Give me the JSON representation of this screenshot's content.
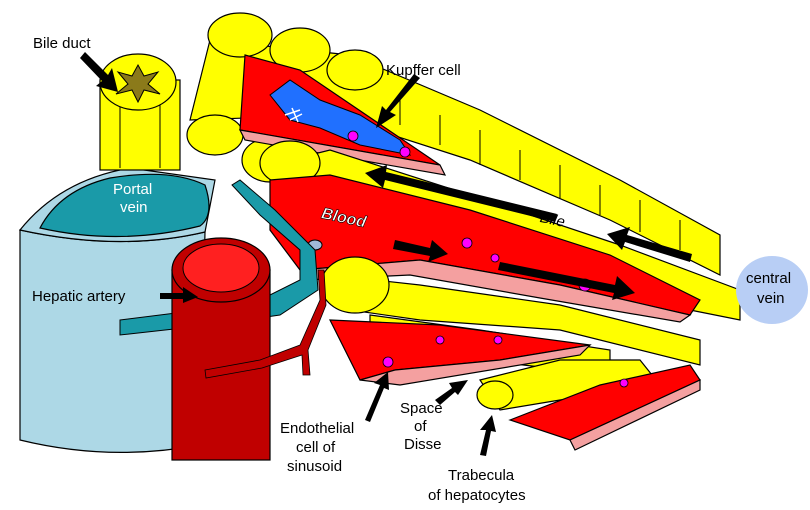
{
  "labels": {
    "bile_duct": "Bile duct",
    "kupffer_cell": "Kupffer cell",
    "portal_vein": [
      "Portal",
      "vein"
    ],
    "hepatic_artery": "Hepatic artery",
    "blood": "Blood",
    "bile": "Bile",
    "central_vein": [
      "central",
      "vein"
    ],
    "endothelial": [
      "Endothelial",
      "cell of",
      "sinusoid"
    ],
    "space_of_disse": [
      "Space",
      "of",
      "Disse"
    ],
    "trabecula": [
      "Trabecula",
      "of hepatocytes"
    ]
  },
  "colors": {
    "hepatocyte": "#ffff00",
    "sinusoid": "#ff0000",
    "endothelium": "#f4a0a0",
    "kupffer": "#2070ff",
    "portal_vein": "#1a9aa8",
    "portal_wall": "#add8e6",
    "hepatic_artery": "#c00000",
    "central_vein": "#b8cef5"
  }
}
